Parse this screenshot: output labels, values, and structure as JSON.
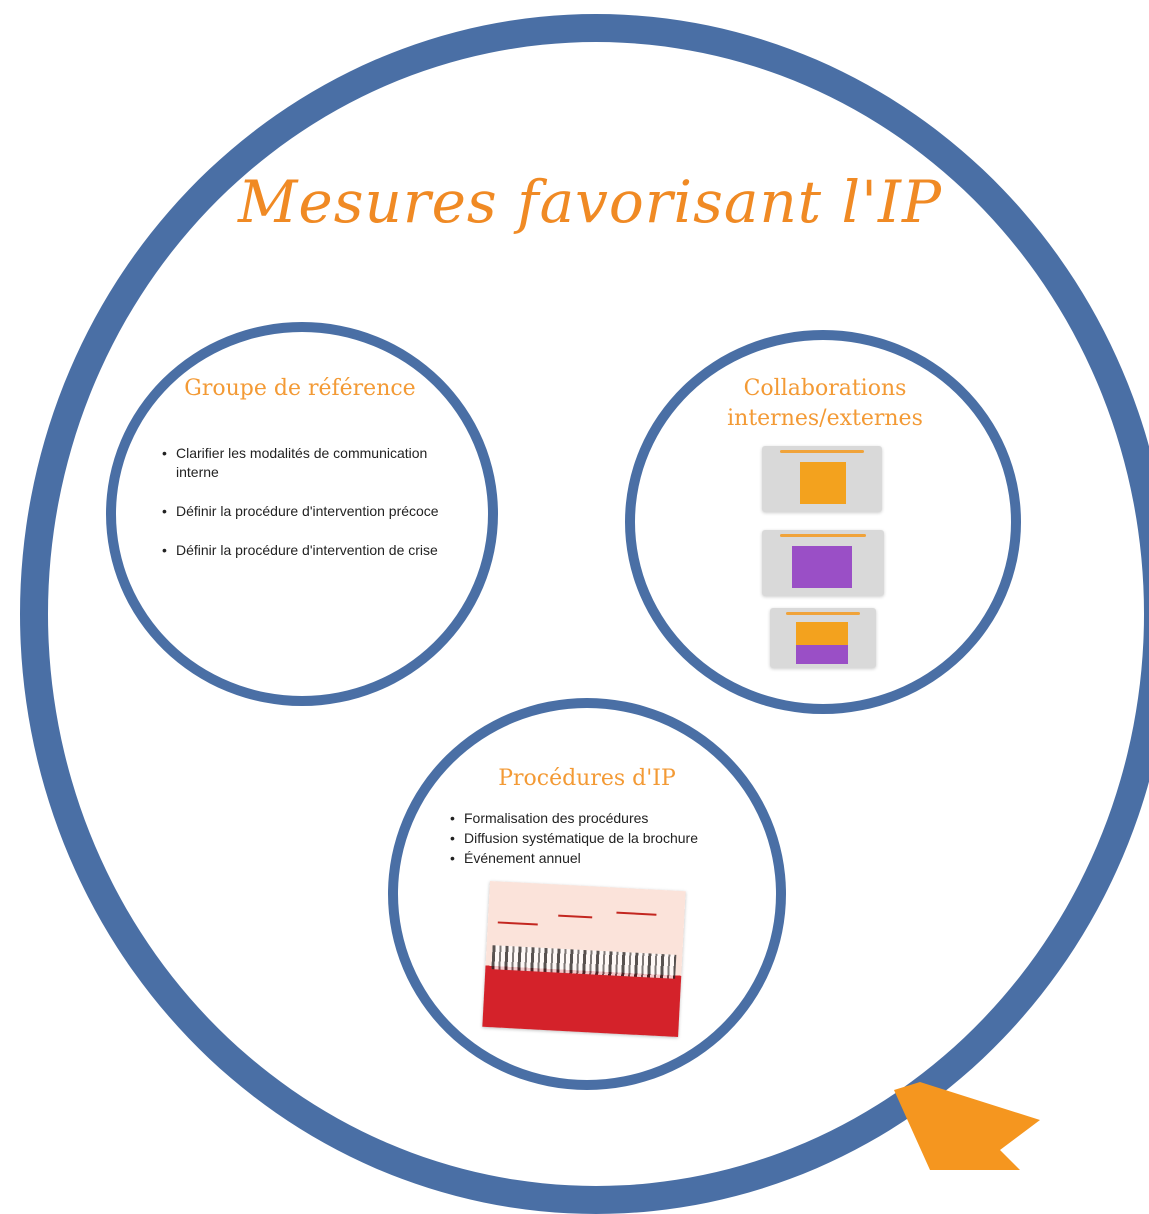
{
  "title": "Mesures favorisant l'IP",
  "groupe": {
    "title": "Groupe de référence",
    "items": [
      "Clarifier les modalités de communication interne",
      "Définir la procédure d'intervention précoce",
      "Définir la procédure d'intervention de crise"
    ]
  },
  "collab": {
    "title_line1": "Collaborations",
    "title_line2": "internes/externes"
  },
  "procedures": {
    "title": "Procédures d'IP",
    "items": [
      "Formalisation des procédures",
      "Diffusion systématique de la brochure",
      "Événement annuel"
    ]
  },
  "colors": {
    "circle_blue": "#4a6fa5",
    "title_orange": "#f08a24",
    "arrow_orange": "#f5961f"
  }
}
